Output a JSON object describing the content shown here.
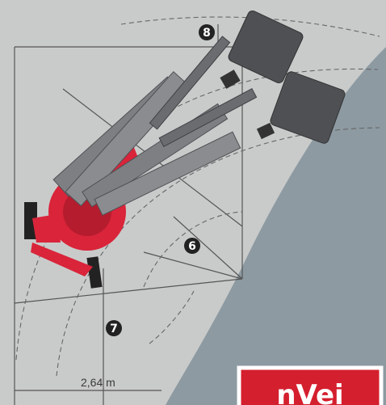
{
  "diagram": {
    "callouts": [
      {
        "id": "8",
        "label": "8"
      },
      {
        "id": "6",
        "label": "6"
      },
      {
        "id": "7",
        "label": "7"
      }
    ],
    "dimension_label": "2,64 m",
    "logo_text": "nVei"
  },
  "colors": {
    "background": "#c9cbca",
    "sweep_panel": "#8d9aa2",
    "machine_red": "#d9243a",
    "arm_gray": "#7d7f82",
    "basket_dark": "#4e5054",
    "line_dark": "#555555",
    "logo_red": "#d41f2e"
  }
}
